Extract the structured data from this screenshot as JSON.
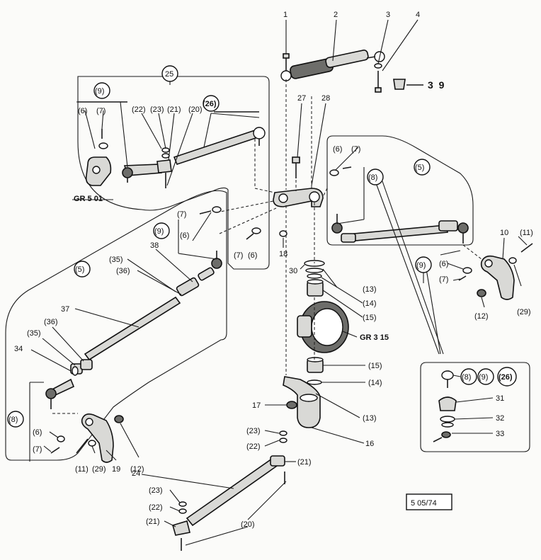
{
  "figure": {
    "code": "5 05/74"
  },
  "labels": {
    "n1": "1",
    "n2": "2",
    "n3": "3",
    "n4": "4",
    "n39": "3 9",
    "n27": "27",
    "n28": "28",
    "n18": "18",
    "n30": "30",
    "n13a": "(13)",
    "n14a": "(14)",
    "n15a": "(15)",
    "gr315": "GR 3 15",
    "n15b": "(15)",
    "n14b": "(14)",
    "n13b": "(13)",
    "n16": "16",
    "n17": "17",
    "n25": "25",
    "n9a": "(9)",
    "n6a": "(6)",
    "n7a": "(7)",
    "n22a": "(22)",
    "n23a": "(23)",
    "n21a": "(21)",
    "n20a": "(20)",
    "n26a": "(26)",
    "gr501": "GR 5 01",
    "n7b": "(7)",
    "n9b": "(9)",
    "n6b": "(6)",
    "n7c": "(7)",
    "n6c": "(6)",
    "n5a": "(5)",
    "n38": "38",
    "n35a": "(35)",
    "n36a": "(36)",
    "n37": "37",
    "n36b": "(36)",
    "n35b": "(35)",
    "n34": "34",
    "n8a": "(8)",
    "n6d": "(6)",
    "n7d": "(7)",
    "n11a": "(11)",
    "n29a": "(29)",
    "n19": "19",
    "n12a": "(12)",
    "n6e": "(6)",
    "n7e": "(7)",
    "n8b": "(8)",
    "n5b": "(5)",
    "n10": "10",
    "n11b": "(11)",
    "n9c": "(9)",
    "n6f": "(6)",
    "n7f": "(7)",
    "n12b": "(12)",
    "n29b": "(29)",
    "n8c": "(8)",
    "n9d": "(9)",
    "n26b": "(26)",
    "n31": "31",
    "n32": "32",
    "n33": "33",
    "n23b": "(23)",
    "n22b": "(22)",
    "n21b": "(21)",
    "n24": "24",
    "n23c": "(23)",
    "n22c": "(22)",
    "n21c": "(21)",
    "n20b": "(20)"
  }
}
